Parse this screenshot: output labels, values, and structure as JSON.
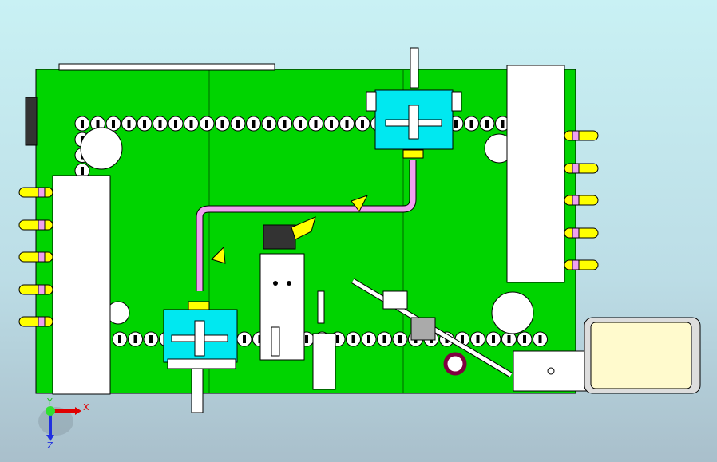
{
  "viewport": {
    "triad": {
      "x_label": "X",
      "y_label": "Y",
      "z_label": "Z"
    },
    "colors": {
      "plate": "#00d400",
      "chain_link": "#ffffff",
      "fixture": "#00e8f0",
      "pipe": "#f0a0f0",
      "fitting": "#ffff00",
      "panel": "#ffffff",
      "control_box": "#fffacd"
    }
  }
}
